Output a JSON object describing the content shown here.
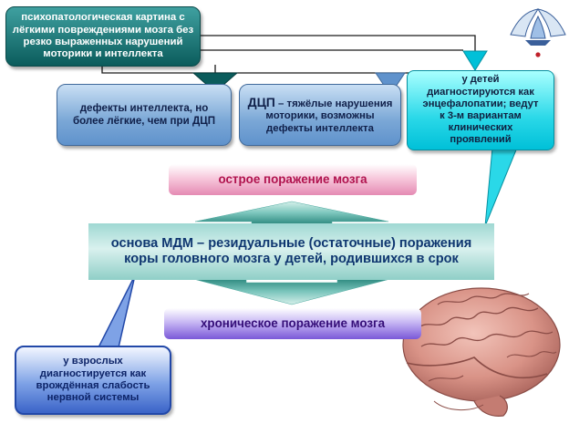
{
  "top_box": {
    "text": "психопатологическая картина с лёгкими повреждениями мозга без резко выраженных нарушений моторики и интеллекта"
  },
  "box_intellect": {
    "text": "дефекты интеллекта, но более лёгкие, чем при ДЦП"
  },
  "box_dcp": {
    "title": "ДЦП",
    "text": "– тяжёлые нарушения моторики, возможны дефекты интеллекта"
  },
  "callout_children": {
    "text": "у детей диагностируются как энцефалопатии; ведут к 3-м вариантам клинических проявлений"
  },
  "acute_label": {
    "text": "острое поражение мозга"
  },
  "basis_label": {
    "text": "основа МДМ – резидуальные (остаточные) поражения коры головного мозга у детей, родившихся в срок"
  },
  "chronic_label": {
    "text": "хроническое поражение мозга"
  },
  "callout_adults": {
    "text": "у взрослых диагностируется как врождённая слабость нервной системы"
  },
  "colors": {
    "teal": "#0b5c5c",
    "blue_box": "#7aa7d6",
    "cyan_callout": "#2ad8e8",
    "green_arrow": "#4aa89e",
    "pink": "#e58ab3",
    "purple": "#7a58d8",
    "navy": "#2248a8"
  },
  "icons": [
    "logo-emblem-icon",
    "brain-illustration"
  ]
}
